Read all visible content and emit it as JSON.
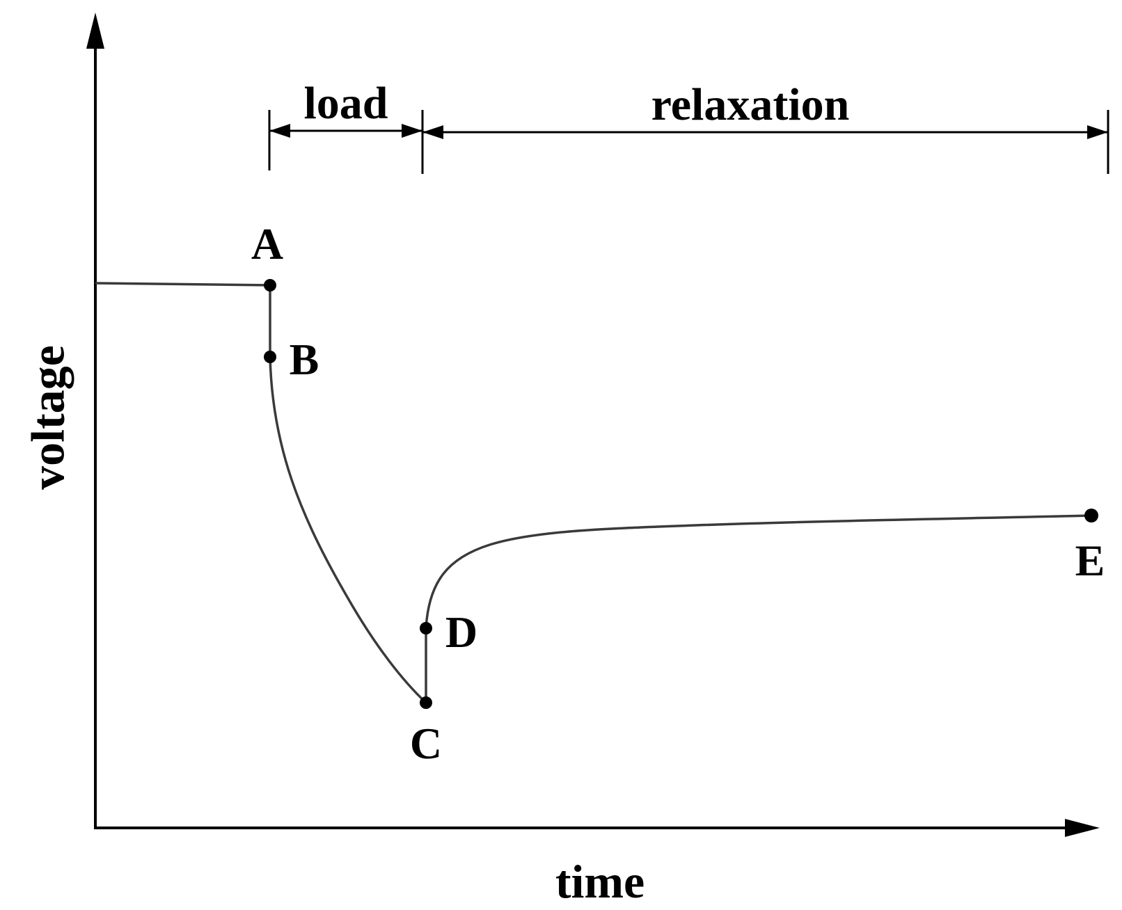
{
  "axes": {
    "x_label": "time",
    "y_label": "voltage"
  },
  "phases": {
    "load": "load",
    "relaxation": "relaxation"
  },
  "points": {
    "A": "A",
    "B": "B",
    "C": "C",
    "D": "D",
    "E": "E"
  },
  "colors": {
    "curve": "#3a3a3a",
    "ink": "#000000"
  }
}
